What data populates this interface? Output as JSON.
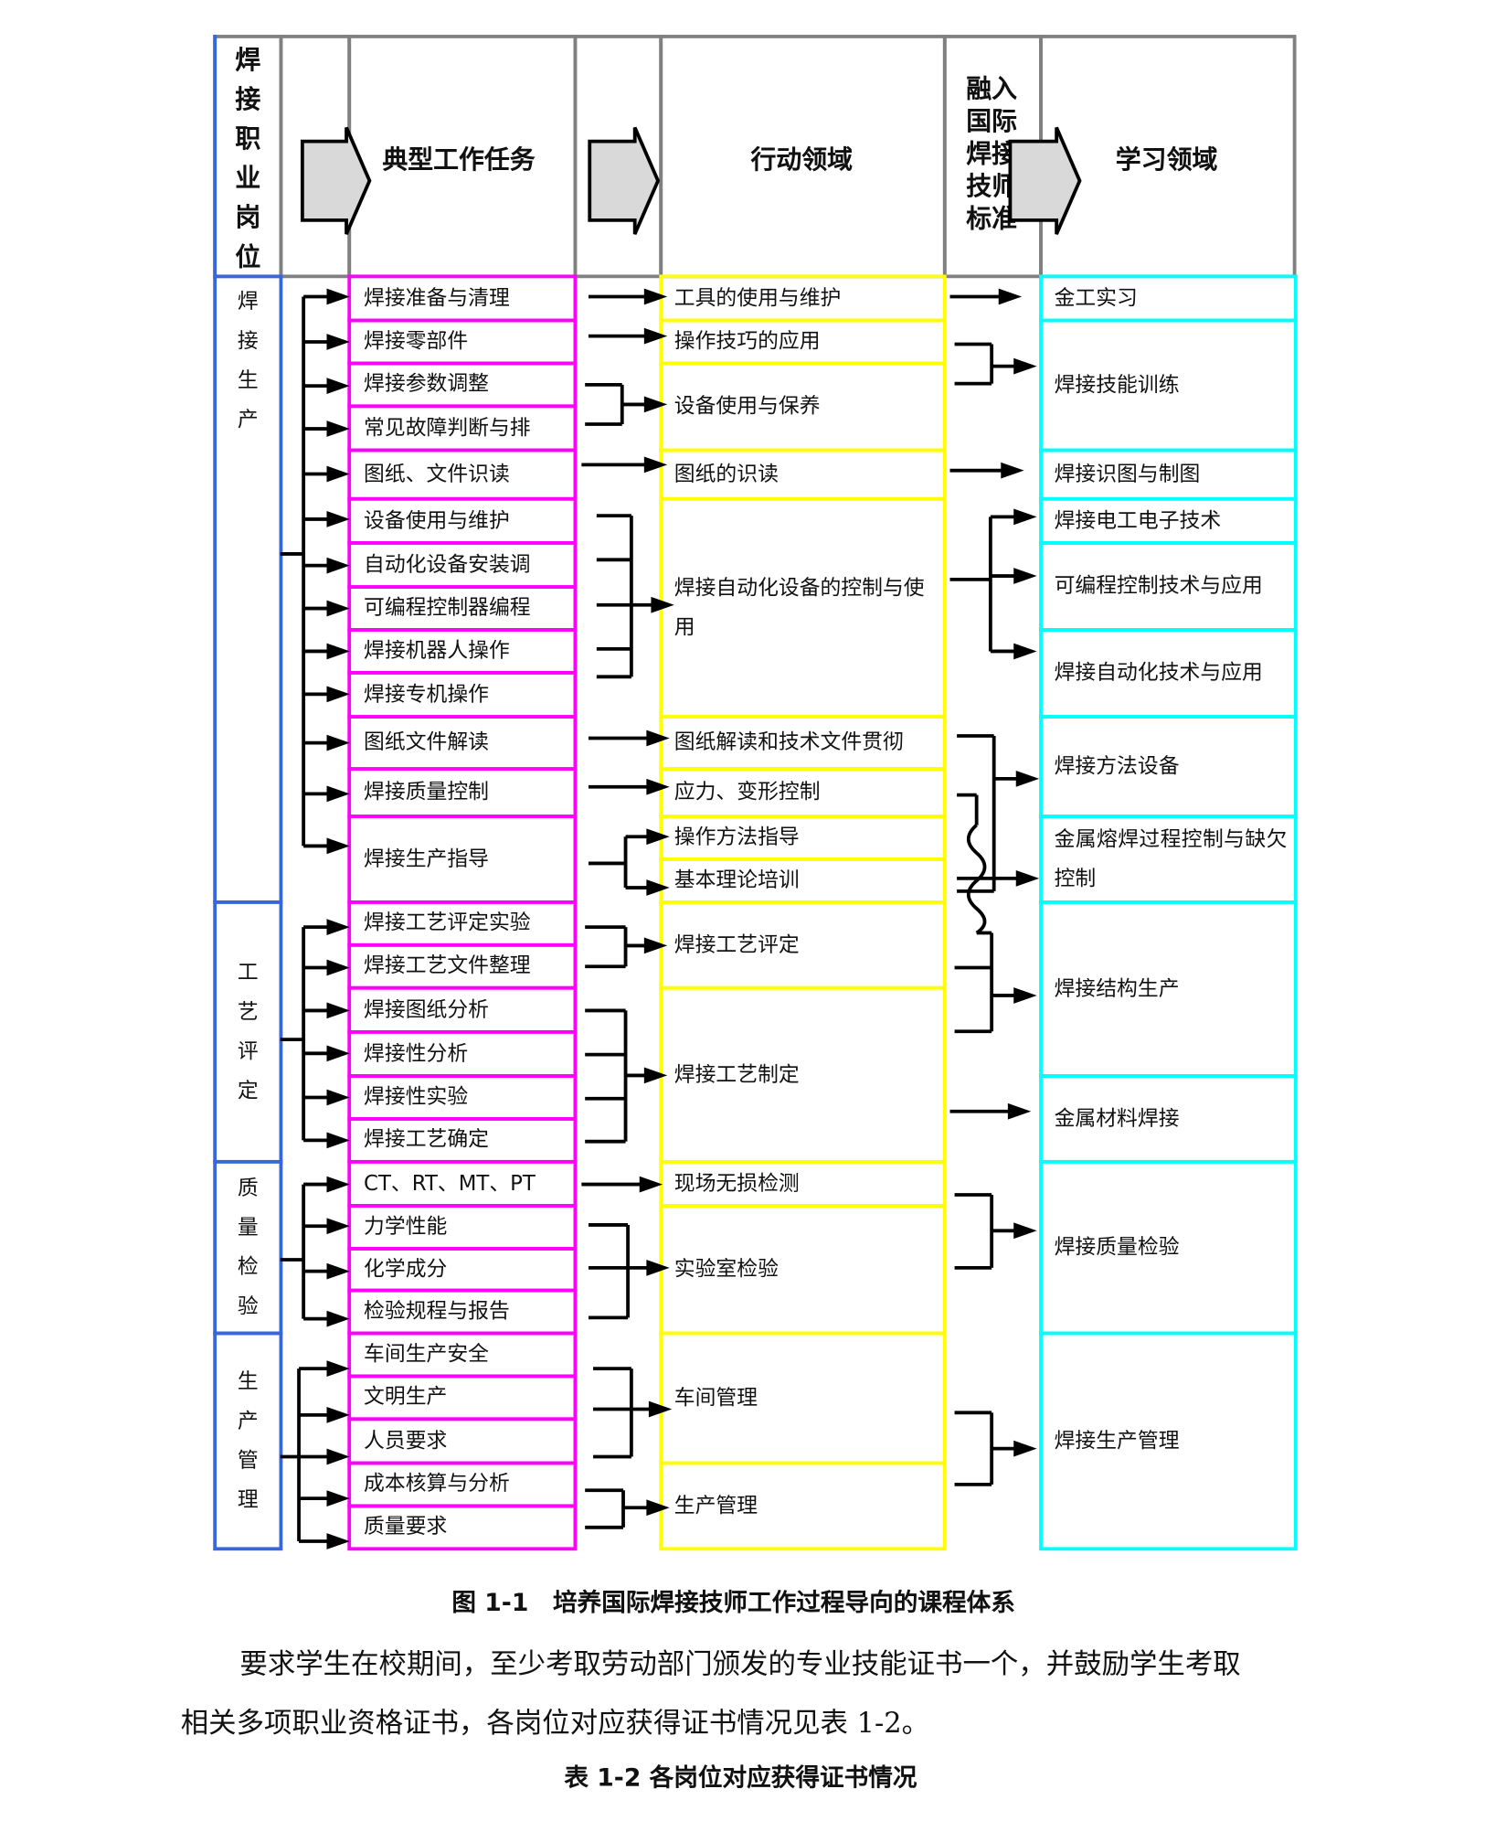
{
  "header": {
    "position": "焊接职业岗位",
    "tasks": "典型工作任务",
    "action": "行动领域",
    "standard_lines": [
      "融入",
      "国际",
      "焊接",
      "技师",
      "标准"
    ],
    "learning": "学习领域"
  },
  "positions": [
    "焊接生产",
    "工艺评定",
    "质量检验",
    "生产管理"
  ],
  "tasks": [
    "焊接准备与清理",
    "焊接零部件",
    "焊接参数调整",
    "常见故障判断与排",
    "图纸、文件识读",
    "设备使用与维护",
    "自动化设备安装调",
    "可编程控制器编程",
    "焊接机器人操作",
    "焊接专机操作",
    "图纸文件解读",
    "焊接质量控制",
    "焊接生产指导",
    "焊接工艺评定实验",
    "焊接工艺文件整理",
    "焊接图纸分析",
    "焊接性分析",
    "焊接性实验",
    "焊接工艺确定",
    "CT、RT、MT、PT",
    "力学性能",
    "化学成分",
    "检验规程与报告",
    "车间生产安全",
    "文明生产",
    "人员要求",
    "成本核算与分析",
    "质量要求"
  ],
  "actions": [
    "工具的使用与维护",
    "操作技巧的应用",
    "设备使用与保养",
    "图纸的识读",
    "焊接自动化设备的控制与使用",
    "图纸解读和技术文件贯彻",
    "应力、变形控制",
    "操作方法指导",
    "基本理论培训",
    "焊接工艺评定",
    "焊接工艺制定",
    "现场无损检测",
    "实验室检验",
    "车间管理",
    "生产管理"
  ],
  "learning": [
    "金工实习",
    "焊接技能训练",
    "焊接识图与制图",
    "焊接电工电子技术",
    "可编程控制技术与应用",
    "焊接自动化技术与应用",
    "焊接方法设备",
    "金属熔焊过程控制与缺欠控制",
    "焊接结构生产",
    "金属材料焊接",
    "焊接质量检验",
    "焊接生产管理"
  ],
  "figure_caption": "图 1-1　培养国际焊接技师工作过程导向的课程体系",
  "paragraph": [
    "要求学生在校期间，至少考取劳动部门颁发的专业技能证书一个，并鼓励学生考取",
    "相关多项职业资格证书，各岗位对应获得证书情况见表 1-2。"
  ],
  "table_caption": "表 1-2 各岗位对应获得证书情况",
  "colors": {
    "position": "#3a66dd",
    "task": "#ff00ff",
    "action": "#ffff00",
    "learning": "#00ffff",
    "header": "#808080",
    "arrow_fill": "#d9d9d9"
  }
}
